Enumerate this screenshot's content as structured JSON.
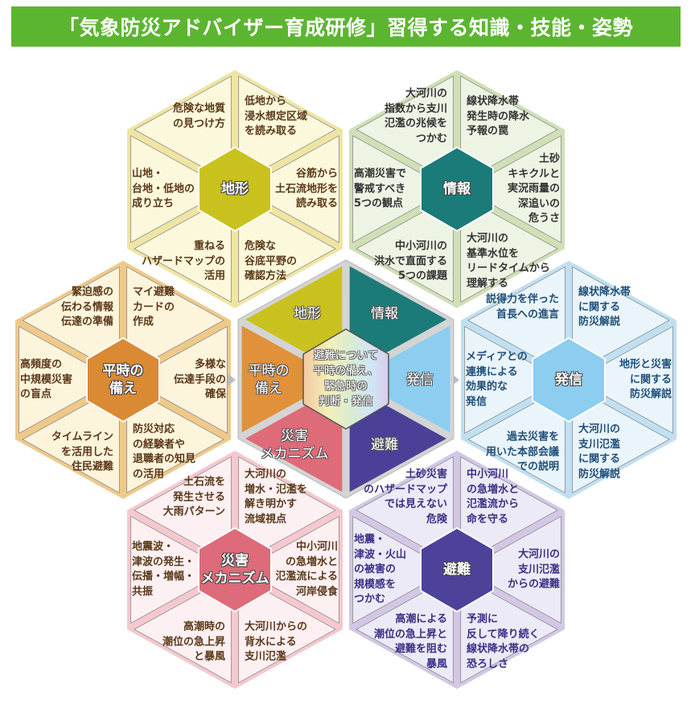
{
  "title": "「気象防災アドバイザー育成研修」習得する知識・技能・姿勢",
  "colors": {
    "title_bar": "#5cb531",
    "gap": "#d4d4d4",
    "arrow": "#bdbdbd"
  },
  "center": {
    "core_lines": [
      "避難について",
      "平時の備え、",
      "緊急時の",
      "判断・発信"
    ],
    "sectors": [
      {
        "lines": [
          "情報"
        ],
        "color": "#1b7b78"
      },
      {
        "lines": [
          "発信"
        ],
        "color": "#8ccdf0"
      },
      {
        "lines": [
          "避難"
        ],
        "color": "#4b4097"
      },
      {
        "lines": [
          "災害",
          "メカニズム"
        ],
        "color": "#de6b78"
      },
      {
        "lines": [
          "平時の",
          "備え"
        ],
        "color": "#e0913a"
      },
      {
        "lines": [
          "地形"
        ],
        "color": "#c9c21e"
      }
    ]
  },
  "hexes": [
    {
      "id": "chikei",
      "label": [
        "地形"
      ],
      "colors": {
        "seg": "#fbf8dc",
        "strip": "#efe5a2",
        "hub": "#c9c21e",
        "text": "#5a3818"
      },
      "segments": [
        [
          "低地から",
          "浸水想定区域",
          "を読み取る"
        ],
        [
          "谷筋から",
          "土石流地形を",
          "読み取る"
        ],
        [
          "危険な",
          "谷底平野の",
          "確認方法"
        ],
        [
          "重ねる",
          "ハザードマップの",
          "活用"
        ],
        [
          "山地・",
          "台地・低地の",
          "成り立ち"
        ],
        [
          "危険な地質",
          "の見つけ方"
        ]
      ]
    },
    {
      "id": "joho",
      "label": [
        "情報"
      ],
      "colors": {
        "seg": "#eef4e4",
        "strip": "#cfe0b6",
        "hub": "#1b7b78",
        "text": "#333333"
      },
      "segments": [
        [
          "線状降水帯",
          "発生時の降水",
          "予報の罠"
        ],
        [
          "土砂",
          "キキクルと",
          "実況雨量の",
          "深追いの",
          "危うさ"
        ],
        [
          "大河川の",
          "基準水位を",
          "リードタイムから",
          "理解する"
        ],
        [
          "中小河川の",
          "洪水で直面する",
          "5つの課題"
        ],
        [
          "高潮災害で",
          "警戒すべき",
          "5つの観点"
        ],
        [
          "大河川の",
          "指数から支川",
          "氾濫の兆候を",
          "つかむ"
        ]
      ]
    },
    {
      "id": "heiji",
      "label": [
        "平時の",
        "備え"
      ],
      "colors": {
        "seg": "#fdf4dc",
        "strip": "#eec98a",
        "hub": "#d98a33",
        "text": "#5a3818"
      },
      "segments": [
        [
          "マイ避難",
          "カードの",
          "作成"
        ],
        [
          "多様な",
          "伝達手段の",
          "確保"
        ],
        [
          "防災対応",
          "の経験者や",
          "退職者の知見",
          "の活用"
        ],
        [
          "タイムライン",
          "を活用した",
          "住民避難"
        ],
        [
          "高頻度の",
          "中規模災害",
          "の盲点"
        ],
        [
          "緊迫感の",
          "伝わる情報",
          "伝達の準備"
        ]
      ]
    },
    {
      "id": "hasshin",
      "label": [
        "発信"
      ],
      "colors": {
        "seg": "#eaf4fb",
        "strip": "#c0e0f2",
        "hub": "#8ccdf0",
        "text": "#1f4e78"
      },
      "segments": [
        [
          "線状降水帯",
          "に関する",
          "防災解説"
        ],
        [
          "地形と災害",
          "に関する",
          "防災解説"
        ],
        [
          "大河川の",
          "支川氾濫",
          "に関する",
          "防災解説"
        ],
        [
          "過去災害を",
          "用いた本部会議",
          "での説明"
        ],
        [
          "メディアとの",
          "連携による",
          "効果的な",
          "発信"
        ],
        [
          "説得力を伴った",
          "首長への進言"
        ]
      ]
    },
    {
      "id": "saigai",
      "label": [
        "災害",
        "メカニズム"
      ],
      "colors": {
        "seg": "#fdf0f2",
        "strip": "#f5c8cf",
        "hub": "#dd6b79",
        "text": "#5a3818"
      },
      "segments": [
        [
          "大河川の",
          "増水・氾濫を",
          "解き明かす",
          "流域視点"
        ],
        [
          "中小河川",
          "の急増水と",
          "氾濫流による",
          "河岸侵食"
        ],
        [
          "大河川からの",
          "背水による",
          "支川氾濫"
        ],
        [
          "高潮時の",
          "潮位の急上昇",
          "と暴風"
        ],
        [
          "地震波・",
          "津波の発生・",
          "伝播・増幅・",
          "共振"
        ],
        [
          "土石流を",
          "発生させる",
          "大雨パターン"
        ]
      ]
    },
    {
      "id": "hinan",
      "label": [
        "避難"
      ],
      "colors": {
        "seg": "#eceaf6",
        "strip": "#d3c7e5",
        "hub": "#4d4299",
        "text": "#3b2f86"
      },
      "segments": [
        [
          "中小河川",
          "の急増水と",
          "氾濫流から",
          "命を守る"
        ],
        [
          "大河川の",
          "支川氾濫",
          "からの避難"
        ],
        [
          "予測に",
          "反して降り続く",
          "線状降水帯の",
          "恐ろしさ"
        ],
        [
          "高潮による",
          "潮位の急上昇と",
          "避難を阻む",
          "暴風"
        ],
        [
          "地震・",
          "津波・火山",
          "の被害の",
          "規模感を",
          "つかむ"
        ],
        [
          "土砂災害",
          "のハザードマップ",
          "では見えない",
          "危険"
        ]
      ]
    }
  ]
}
